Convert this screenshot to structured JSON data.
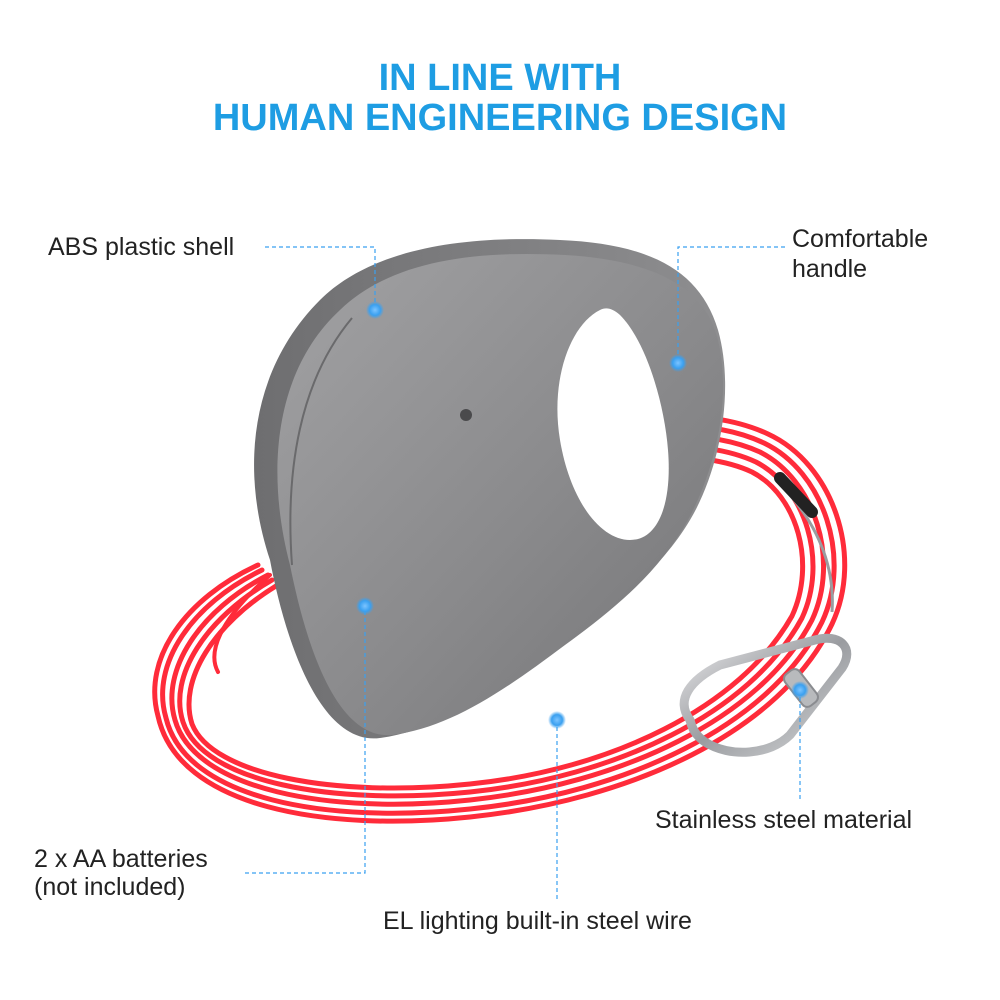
{
  "heading": {
    "line1": "IN LINE WITH",
    "line2": "HUMAN ENGINEERING DESIGN",
    "color": "#1e9de3"
  },
  "callouts": {
    "abs_shell": "ABS plastic shell",
    "handle_line1": "Comfortable",
    "handle_line2": "handle",
    "steel_material": "Stainless steel material",
    "batteries_line1": "2 x AA batteries",
    "batteries_line2": "(not included)",
    "el_wire": "EL lighting built-in steel wire"
  },
  "colors": {
    "shell": "#8a8a8c",
    "leash": "#ff2b3a",
    "marker": "#3aa0f0",
    "leader_line": "#3aa0f0",
    "text": "#222222"
  }
}
